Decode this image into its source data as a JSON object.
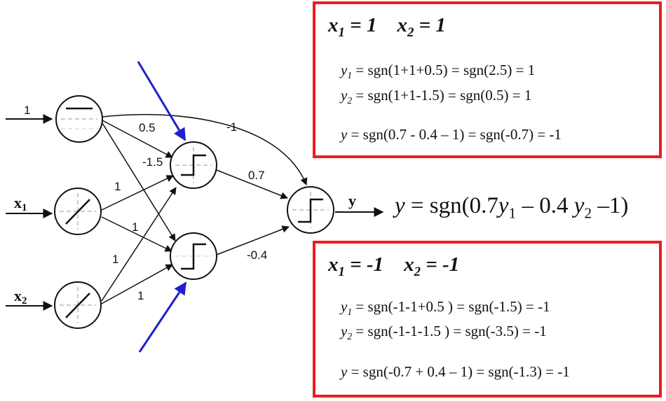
{
  "network": {
    "inputs": [
      {
        "label": "1"
      },
      {
        "label": "x1",
        "base": "x",
        "sub": "1"
      },
      {
        "label": "x2",
        "base": "x",
        "sub": "2"
      }
    ],
    "output_label": "y",
    "weights": {
      "bias_h1": "0.5",
      "bias_h2": "-1.5",
      "bias_out": "-1",
      "x1_h1": "1",
      "x1_h2": "1",
      "x2_h1": "1",
      "x2_h2": "1",
      "h1_out": "0.7",
      "h2_out": "-0.4"
    },
    "node_icons": [
      "bias-icon",
      "linear-icon",
      "linear-icon",
      "step-icon",
      "step-icon",
      "step-icon"
    ],
    "colors": {
      "arrows": "#1f1fd0",
      "box_border": "#ee1c1c"
    }
  },
  "output_equation": {
    "lhs": "y",
    "rhs_prefix": "= sgn(0.7",
    "y1": "y",
    "y1_sub": "1",
    "mid": "– 0.4",
    "y2": "y",
    "y2_sub": "2",
    "suffix": "–1)"
  },
  "box_top": {
    "title_x1": "x",
    "title_x1_sub": "1",
    "title_x1_val": " = 1",
    "title_x2": "x",
    "title_x2_sub": "2",
    "title_x2_val": " = 1",
    "line1_var": "y",
    "line1_sub": "1",
    "line1_text": " = sgn(1+1+0.5) = sgn(2.5) = 1",
    "line2_var": "y",
    "line2_sub": "2",
    "line2_text": " = sgn(1+1-1.5) = sgn(0.5) = 1",
    "line3_var": "y",
    "line3_text": " = sgn(0.7 - 0.4 – 1) = sgn(-0.7) = -1"
  },
  "box_bottom": {
    "title_x1": "x",
    "title_x1_sub": "1",
    "title_x1_val": " = -1",
    "title_x2": "x",
    "title_x2_sub": "2",
    "title_x2_val": " = -1",
    "line1_var": "y",
    "line1_sub": "1",
    "line1_text": " = sgn(-1-1+0.5 ) = sgn(-1.5) = -1",
    "line2_var": "y",
    "line2_sub": "2",
    "line2_text": " = sgn(-1-1-1.5 ) = sgn(-3.5) = -1",
    "line3_var": "y",
    "line3_text": " = sgn(-0.7 + 0.4 – 1) = sgn(-1.3) = -1"
  }
}
